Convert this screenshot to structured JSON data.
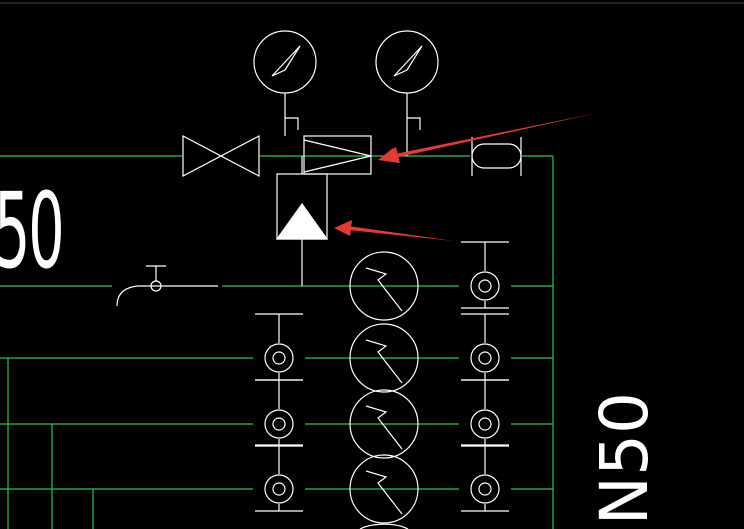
{
  "drawing": {
    "left_label": "50",
    "right_label": "N50"
  },
  "colors": {
    "background": "#000000",
    "pipe": "#22c55e",
    "symbol": "#ffffff",
    "annotation_arrow": "#e53935"
  },
  "symbols": [
    {
      "name": "gate-valve",
      "kind": "valve"
    },
    {
      "name": "pressure-gauge",
      "count": 2
    },
    {
      "name": "pressure-reducing-valve",
      "kind": "valve"
    },
    {
      "name": "strainer",
      "kind": "filter"
    },
    {
      "name": "flow-meter",
      "count": 4
    },
    {
      "name": "check-valve",
      "count": 7
    },
    {
      "name": "water-tap",
      "kind": "faucet"
    }
  ],
  "annotations": [
    {
      "name": "arrow-to-reducing-valve"
    },
    {
      "name": "arrow-to-strainer"
    }
  ]
}
